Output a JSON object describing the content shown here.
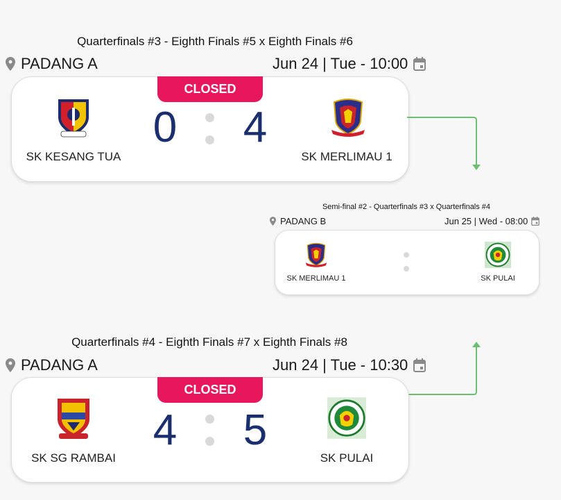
{
  "matches": [
    {
      "title": "Quarterfinals #3 - Eighth Finals #5 x Eighth Finals #6",
      "venue": "PADANG A",
      "datetime": "Jun 24 | Tue - 10:00",
      "status": "CLOSED",
      "home": {
        "name": "SK KESANG TUA",
        "score": "0"
      },
      "away": {
        "name": "SK MERLIMAU 1",
        "score": "4"
      }
    },
    {
      "title": "Semi-final  #2 - Quarterfinals #3 x Quarterfinals #4",
      "venue": "PADANG B",
      "datetime": "Jun 25 | Wed - 08:00",
      "home": {
        "name": "SK MERLIMAU 1"
      },
      "away": {
        "name": "SK PULAI"
      }
    },
    {
      "title": "Quarterfinals #4 - Eighth Finals #7 x Eighth Finals #8",
      "venue": "PADANG A",
      "datetime": "Jun 24 | Tue - 10:30",
      "status": "CLOSED",
      "home": {
        "name": "SK SG RAMBAI",
        "score": "4"
      },
      "away": {
        "name": "SK PULAI",
        "score": "5"
      }
    }
  ],
  "icons": {
    "venue": "map-pin-icon",
    "date": "calendar-icon"
  },
  "colors": {
    "status_badge": "#e8175d",
    "score": "#1b2f6e",
    "connector": "#6cc070"
  }
}
